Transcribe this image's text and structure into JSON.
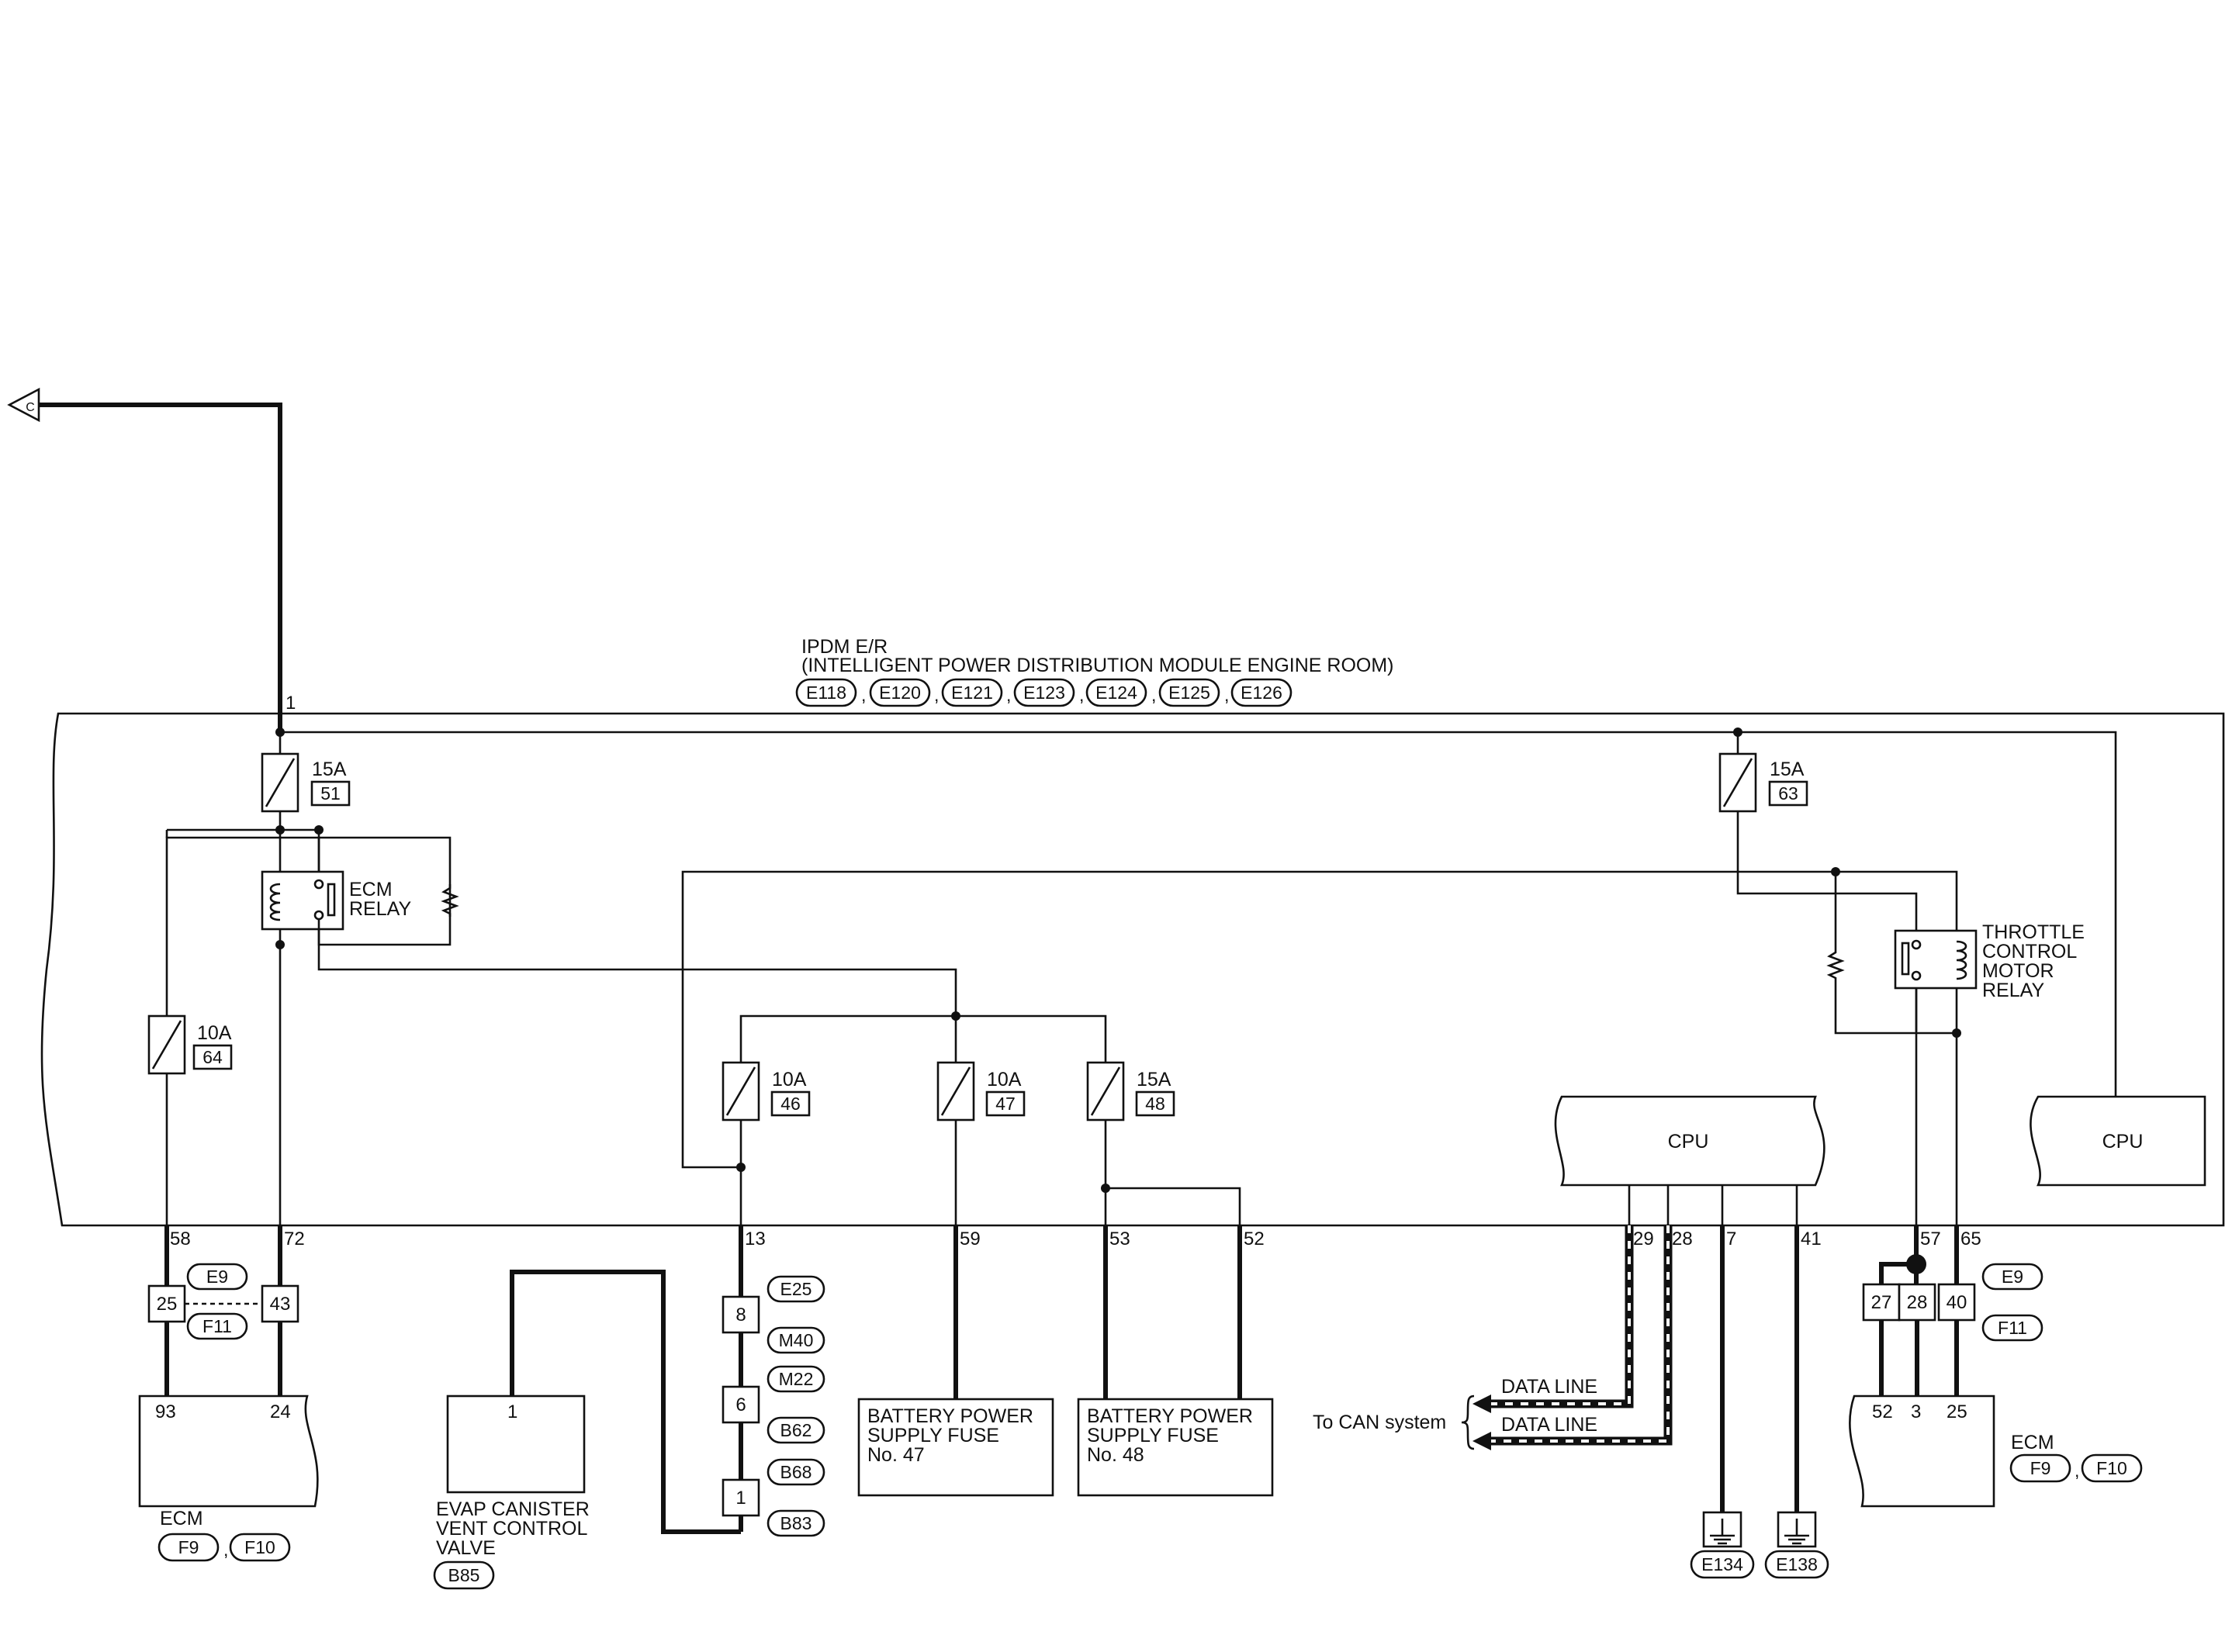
{
  "module": {
    "title": "IPDM E/R",
    "subtitle": "(INTELLIGENT POWER DISTRIBUTION MODULE ENGINE ROOM)",
    "connectors": [
      "E118",
      "E120",
      "E121",
      "E123",
      "E124",
      "E125",
      "E126"
    ]
  },
  "offpage_connector": "C",
  "fuses": [
    {
      "rating": "15A",
      "number": "51"
    },
    {
      "rating": "15A",
      "number": "63"
    },
    {
      "rating": "10A",
      "number": "64"
    },
    {
      "rating": "10A",
      "number": "46"
    },
    {
      "rating": "10A",
      "number": "47"
    },
    {
      "rating": "15A",
      "number": "48"
    }
  ],
  "relays": {
    "ecm": [
      "ECM",
      "RELAY"
    ],
    "throttle": [
      "THROTTLE",
      "CONTROL",
      "MOTOR",
      "RELAY"
    ]
  },
  "cpu_label": "CPU",
  "ipdm_pins": [
    "1",
    "58",
    "72",
    "13",
    "59",
    "53",
    "52",
    "29",
    "28",
    "7",
    "41",
    "57",
    "65"
  ],
  "joint_left": {
    "pins": [
      "25",
      "43"
    ],
    "connectors": [
      "E9",
      "F11"
    ]
  },
  "ecm_left": {
    "label": "ECM",
    "pins": [
      "93",
      "24"
    ],
    "connectors": [
      "F9",
      "F10"
    ]
  },
  "evap": {
    "lines": [
      "EVAP CANISTER",
      "VENT CONTROL",
      "VALVE"
    ],
    "pin": "1",
    "connector": "B85"
  },
  "inline_connectors": [
    {
      "pin": "8",
      "codes": [
        "E25",
        "M40"
      ]
    },
    {
      "pin": "6",
      "codes": [
        "M22",
        "B62"
      ]
    },
    {
      "pin": "1",
      "codes": [
        "B68",
        "B83"
      ]
    }
  ],
  "fuse47_block": [
    "BATTERY POWER",
    "SUPPLY FUSE",
    "No. 47"
  ],
  "fuse48_block": [
    "BATTERY POWER",
    "SUPPLY FUSE",
    "No. 48"
  ],
  "can": {
    "to_label": "To CAN system",
    "data_line": "DATA LINE"
  },
  "grounds": [
    "E134",
    "E138"
  ],
  "joint_right": {
    "pins": [
      "27",
      "28",
      "40"
    ],
    "connectors": [
      "E9",
      "F11"
    ]
  },
  "ecm_right": {
    "label": "ECM",
    "pins": [
      "52",
      "3",
      "25"
    ],
    "connectors": [
      "F9",
      "F10"
    ]
  }
}
